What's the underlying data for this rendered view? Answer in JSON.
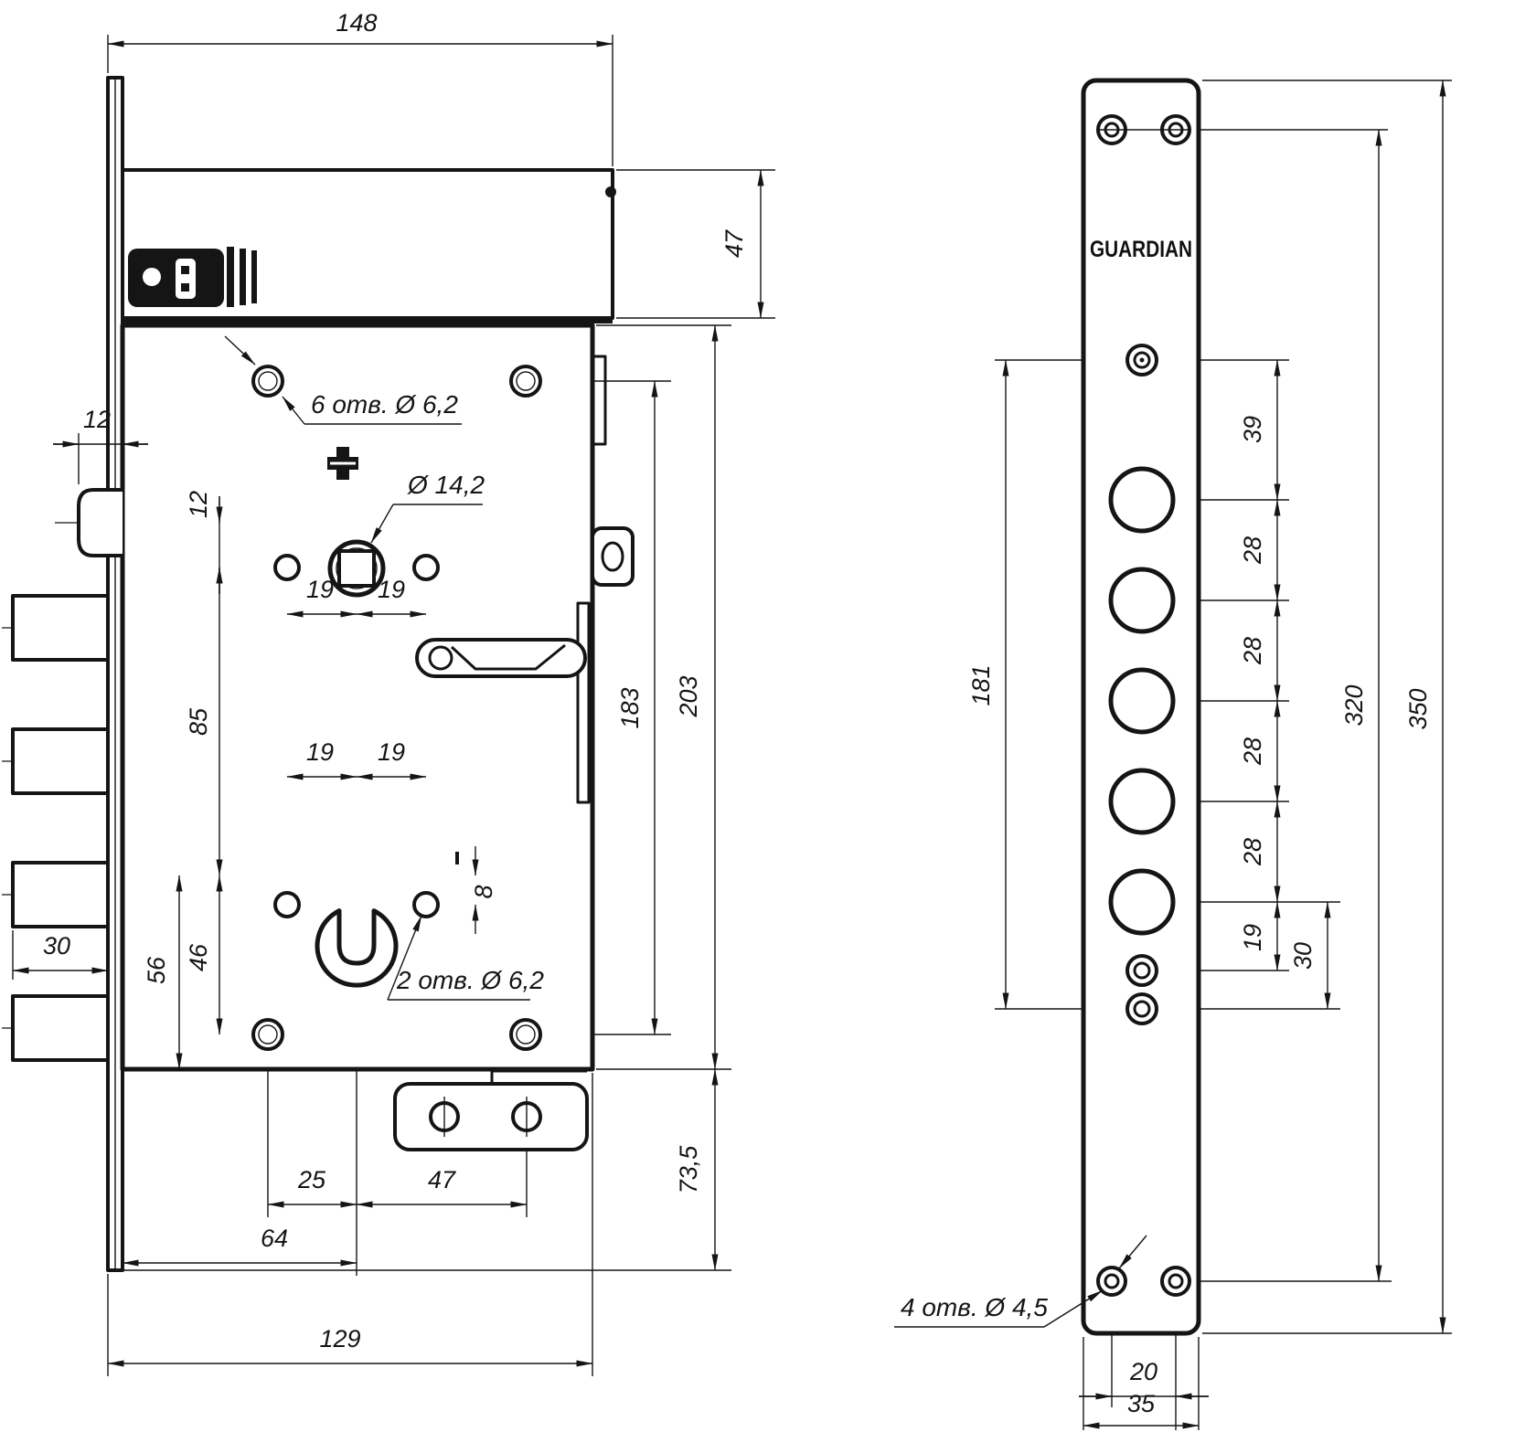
{
  "left_view": {
    "dims": {
      "overall_width_top": "148",
      "top_box_height": "47",
      "latch_protrusion": "12",
      "latch_to_spindle": "12",
      "spindle_offset_left": "19",
      "spindle_offset_right": "19",
      "spindle_to_cylinder": "85",
      "cylinder_offset_left": "19",
      "cylinder_offset_right": "19",
      "hole_drop": "8",
      "cylinder_to_bottom_holes": "46",
      "cylinder_to_body_bottom": "56",
      "bolt_length": "30",
      "hole_to_cylinder": "25",
      "cylinder_to_bracket_hole": "47",
      "plate_to_cylinder": "64",
      "body_width": "129",
      "mount_holes_span": "183",
      "body_height": "203",
      "plate_below_body": "73,5"
    },
    "labels": {
      "mount_holes": "6 отв. Ø 6,2",
      "spindle_dia": "Ø 14,2",
      "cylinder_side_holes": "2 отв. Ø 6,2"
    }
  },
  "right_view": {
    "logo": "GUARDIAN",
    "dims": {
      "screw_to_first_hole": "39",
      "hole_gap_1": "28",
      "hole_gap_2": "28",
      "hole_gap_3": "28",
      "hole_gap_4": "28",
      "last_hole_to_screw": "19",
      "last_hole_to_screw2": "30",
      "screw_span_inner": "181",
      "screw_span_outer": "320",
      "faceplate_height": "350",
      "screw_spacing": "20",
      "faceplate_width": "35"
    },
    "labels": {
      "screw_holes": "4 отв. Ø 4,5"
    }
  }
}
